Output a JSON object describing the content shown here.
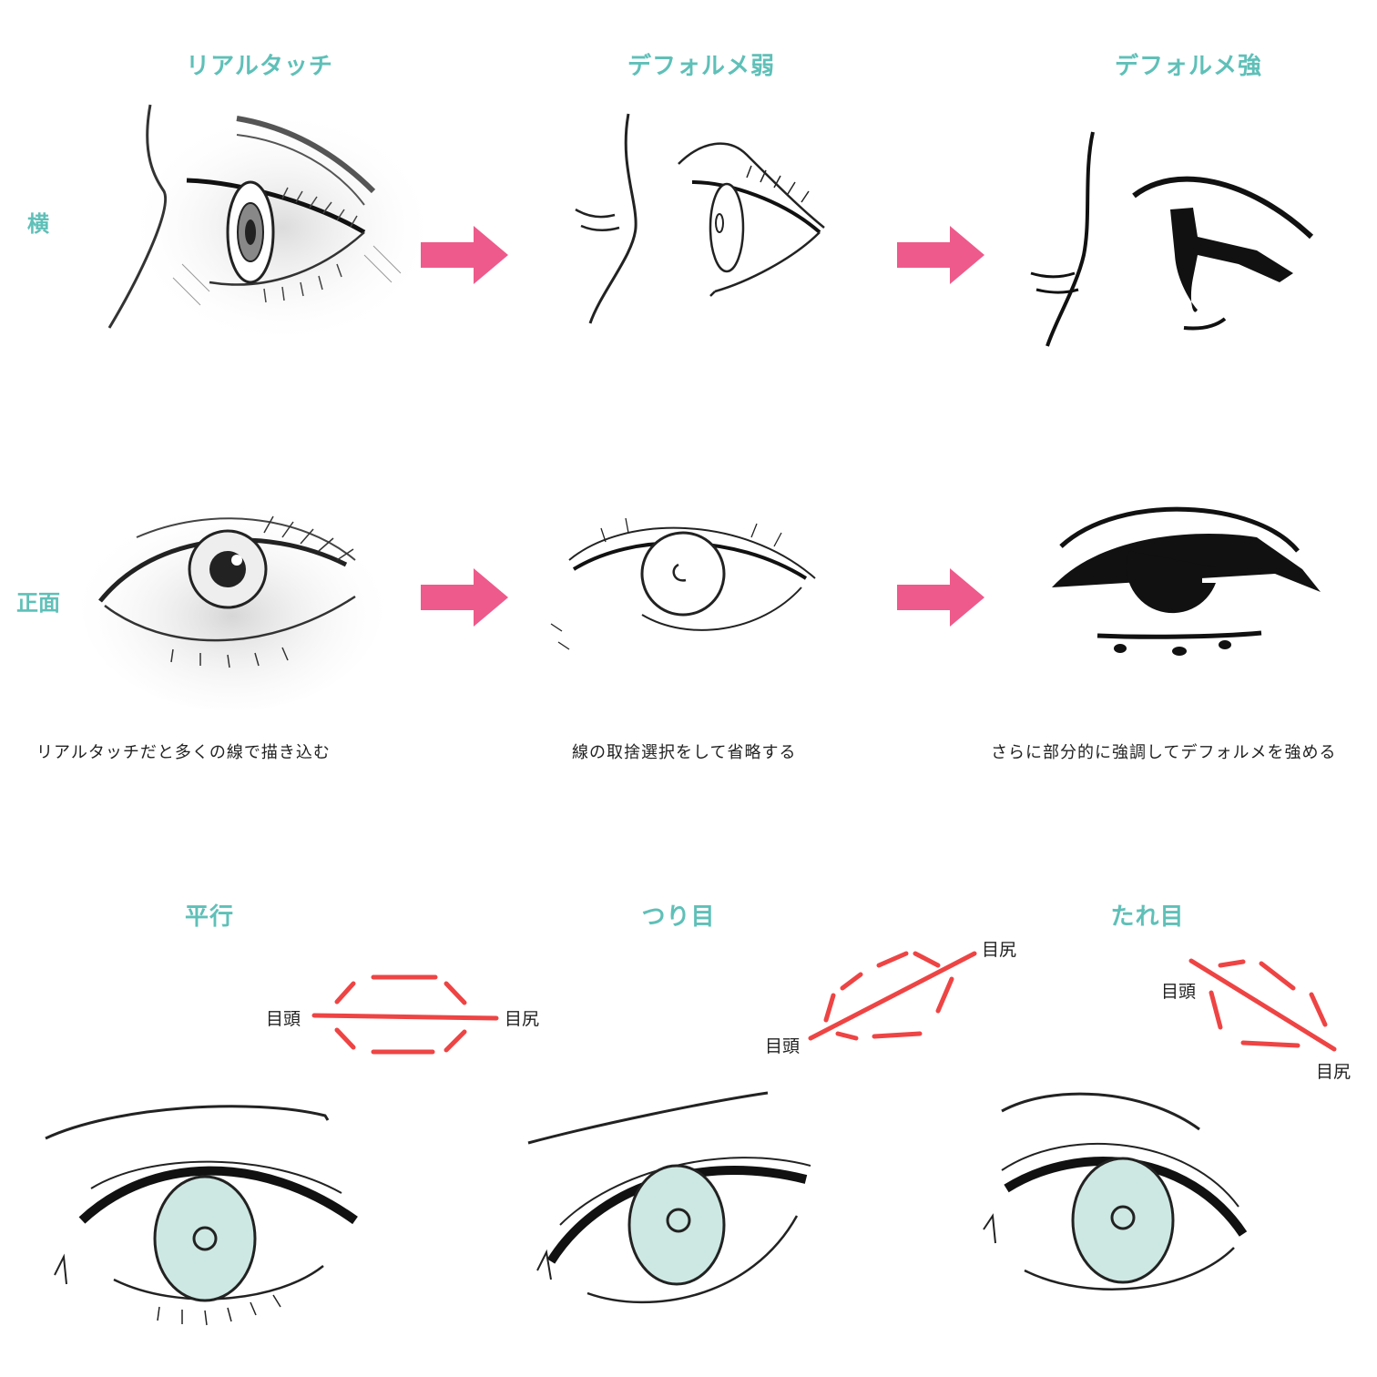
{
  "columns": [
    {
      "title": "リアルタッチ"
    },
    {
      "title": "デフォルメ弱"
    },
    {
      "title": "デフォルメ強"
    }
  ],
  "rows": [
    {
      "label": "横"
    },
    {
      "label": "正面"
    }
  ],
  "captions": [
    "リアルタッチだと多くの線で描き込む",
    "線の取捨選択をして省略する",
    "さらに部分的に強調してデフォルメを強める"
  ],
  "shapes": [
    {
      "title": "平行",
      "inner": "目頭",
      "outer": "目尻"
    },
    {
      "title": "つり目",
      "inner": "目頭",
      "outer": "目尻"
    },
    {
      "title": "たれ目",
      "inner": "目頭",
      "outer": "目尻"
    }
  ],
  "colors": {
    "heading": "#5fc0b8",
    "arrow": "#ee5a8b",
    "guide": "#ee4444",
    "iris": "#cde8e2"
  }
}
